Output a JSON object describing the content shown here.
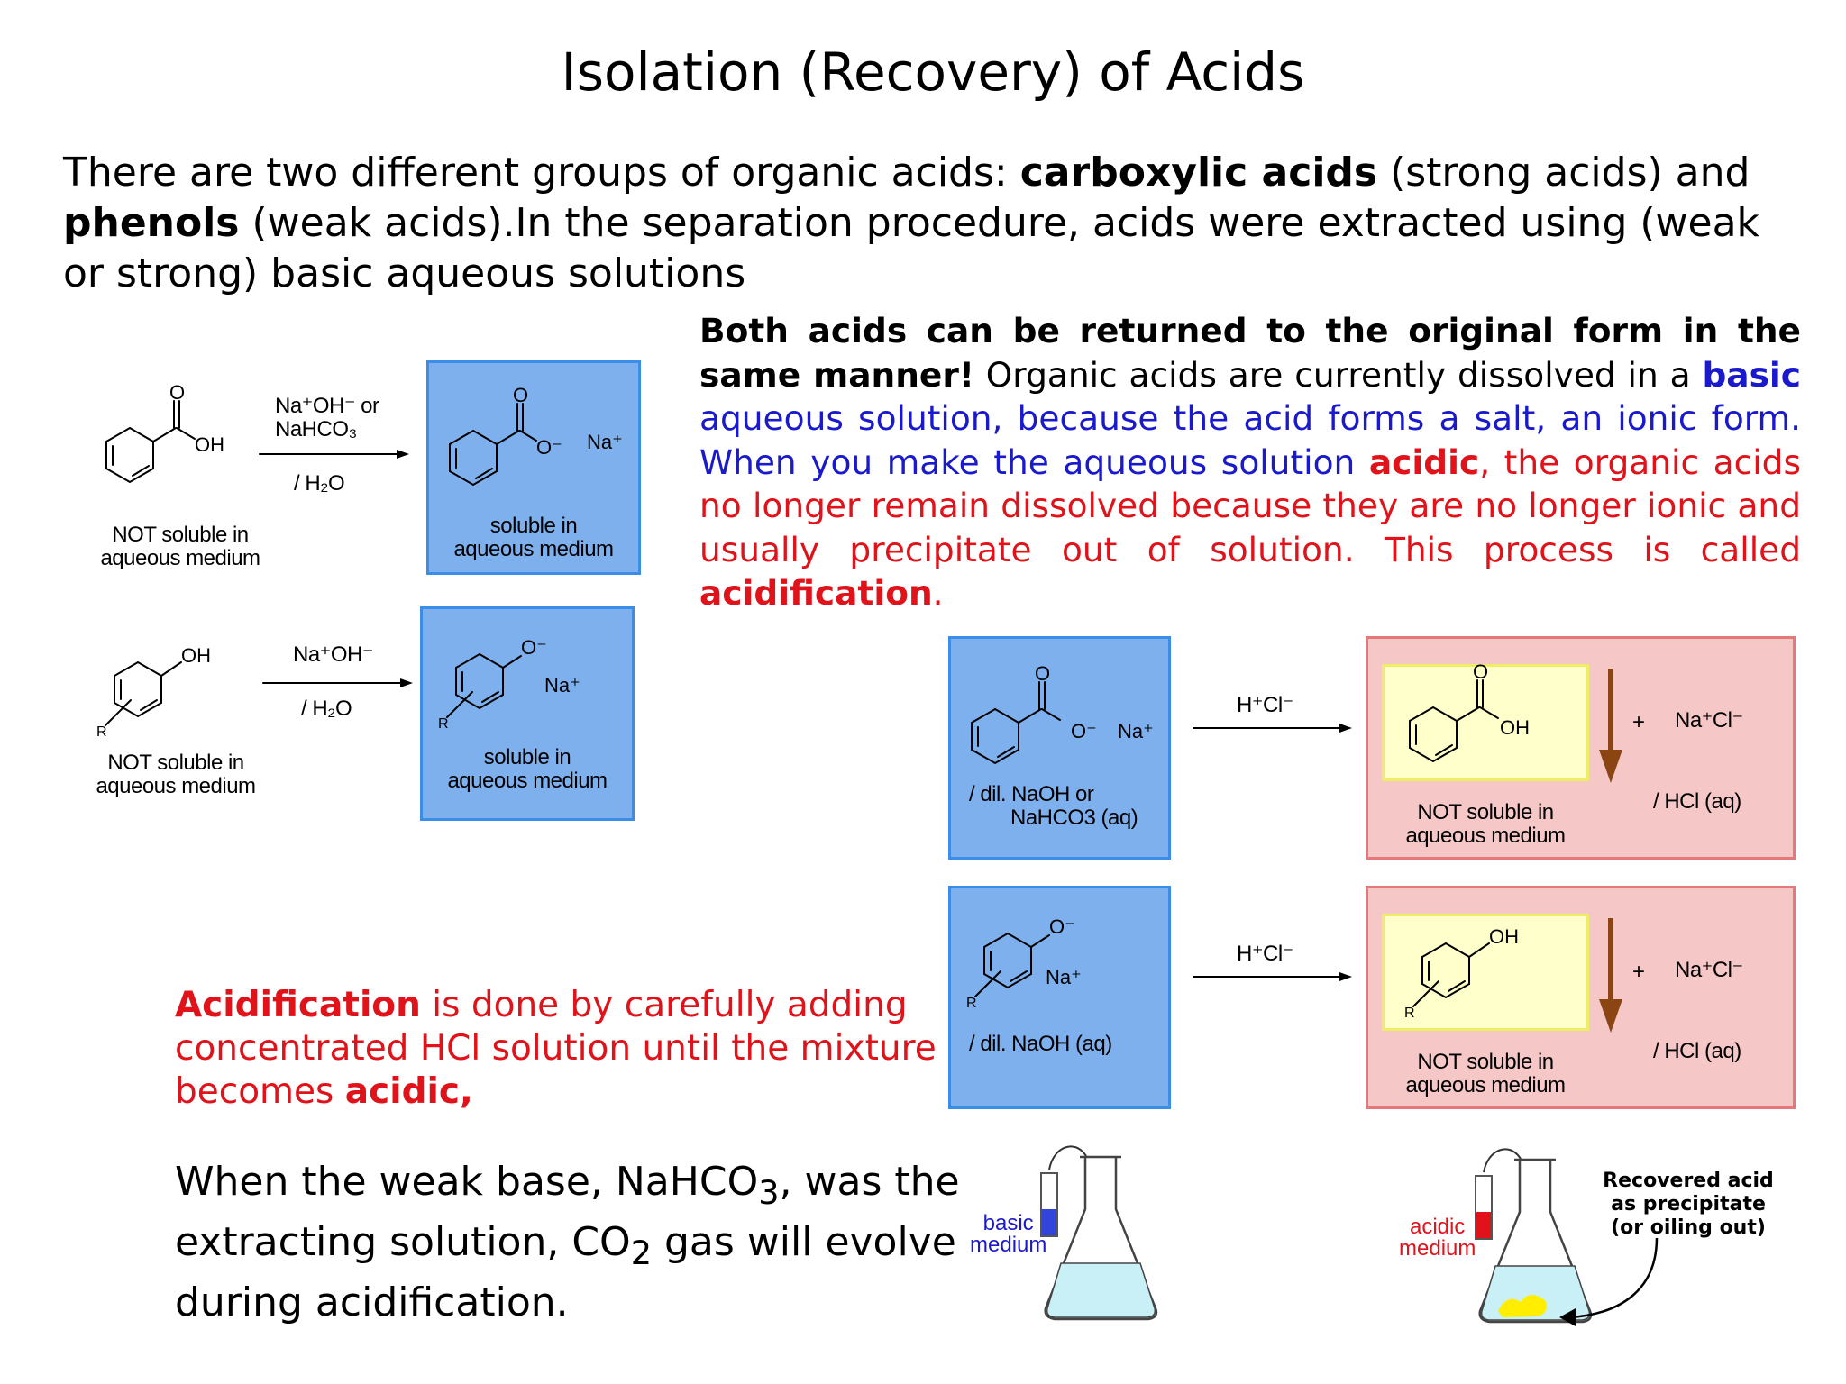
{
  "title": "Isolation (Recovery) of Acids",
  "intro": {
    "p1": "There are two different groups of organic acids: ",
    "b1": "carboxylic acids",
    "p2": " (strong acids) and ",
    "b2": "phenols",
    "p3": " (weak acids).In the separation procedure, acids were extracted using (weak or strong) basic aqueous solutions"
  },
  "both": {
    "bold": "Both acids can be returned to the original form in the same manner!",
    "p1": " Organic acids are currently dissolved in a ",
    "basic": "basic",
    "p2": " aqueous solution, because the acid forms a salt, an ionic form. When you make the aqueous solution ",
    "acidic": "acidic",
    "p3": ", the organic acids no longer remain dissolved because they are no longer ionic and usually precipitate out of solution. This process is called ",
    "acidification": "acidification",
    "end": "."
  },
  "acidification_note": {
    "b1": "Acidification",
    "p1": " is done by carefully adding concentrated HCl solution until the mixture becomes ",
    "b2": "acidic,"
  },
  "weak_base_note": {
    "p1": "When the weak base, NaHCO",
    "sub1": "3",
    "p2": ", was the extracting solution, CO",
    "sub2": "2",
    "p3": " gas will evolve during acidification."
  },
  "left_scheme": {
    "reagent1_line1": "Na⁺OH⁻  or",
    "reagent1_line2": "NaHCO₃",
    "solvent": "/ H₂O",
    "reagent2": "Na⁺OH⁻",
    "not_soluble": [
      "NOT soluble in",
      "aqueous medium"
    ],
    "soluble": [
      "soluble in",
      "aqueous medium"
    ],
    "na_plus": "Na⁺",
    "oh": "OH",
    "o_minus": "O⁻",
    "o": "O",
    "r": "R"
  },
  "right_scheme": {
    "hcl": "H⁺Cl⁻",
    "plus": "+",
    "nacl": "Na⁺Cl⁻",
    "hcl_aq": "/ HCl (aq)",
    "box1_note": [
      "/ dil. NaOH or",
      "NaHCO3 (aq)"
    ],
    "box2_note": "/ dil. NaOH (aq)",
    "not_soluble": [
      "NOT soluble in",
      "aqueous medium"
    ],
    "na_plus": "Na⁺",
    "oh": "OH",
    "o_minus": "O⁻",
    "o": "O",
    "r": "R"
  },
  "flasks": {
    "basic": [
      "basic",
      "medium"
    ],
    "acidic": [
      "acidic",
      "medium"
    ],
    "recovered": [
      "Recovered acid",
      "as precipitate",
      "(or oiling out)"
    ]
  },
  "colors": {
    "blue_box": "#7fb0ee",
    "red_box": "#f6c7c7",
    "yellow_box": "#ffffcc",
    "red_text": "#e0121a",
    "blue_text": "#1a1acc",
    "arrow_brown": "#8b4513"
  }
}
